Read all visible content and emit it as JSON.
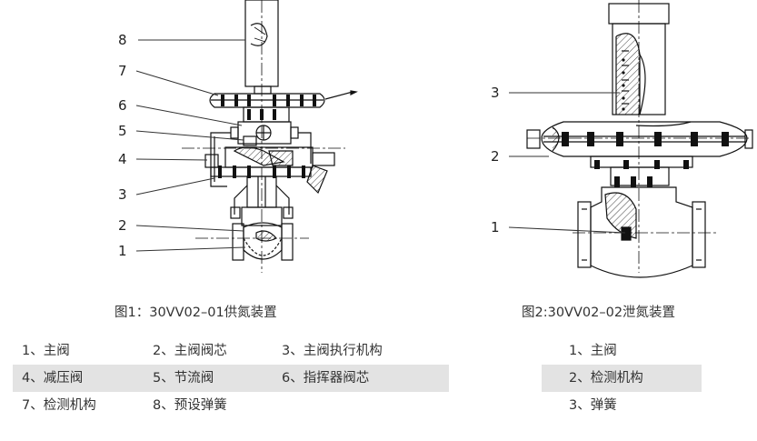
{
  "figure1": {
    "caption": "图1：30VV02–01供氮装置",
    "callouts": [
      "1",
      "2",
      "3",
      "4",
      "5",
      "6",
      "7",
      "8"
    ],
    "legend": [
      [
        "1、主阀",
        "2、主阀阀芯",
        "3、主阀执行机构"
      ],
      [
        "4、减压阀",
        "5、节流阀",
        "6、指挥器阀芯"
      ],
      [
        "7、检测机构",
        "8、预设弹簧"
      ]
    ]
  },
  "figure2": {
    "caption": "图2:30VV02–02泄氮装置",
    "callouts": [
      "1",
      "2",
      "3"
    ],
    "legend": [
      "1、主阀",
      "2、检测机构",
      "3、弹簧"
    ]
  },
  "colors": {
    "line": "#111111",
    "text": "#333333",
    "shade": "#e3e3e3"
  }
}
